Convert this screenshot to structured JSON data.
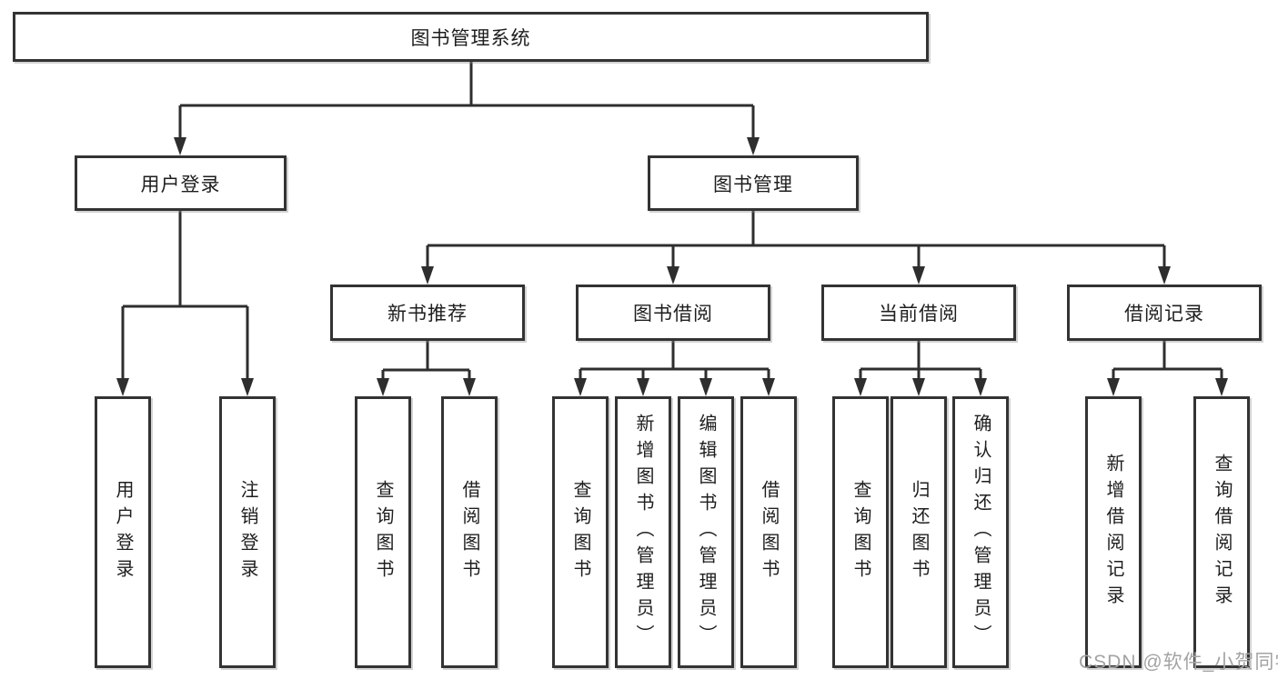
{
  "diagram": {
    "type": "function-structure-tree",
    "tree": {
      "root": {
        "label": "图书管理系统"
      },
      "children": [
        {
          "label": "用户登录",
          "children": [
            {
              "label": "用户登录"
            },
            {
              "label": "注销登录"
            }
          ]
        },
        {
          "label": "图书管理",
          "children": [
            {
              "label": "新书推荐",
              "children": [
                {
                  "label": "查询图书"
                },
                {
                  "label": "借阅图书"
                }
              ]
            },
            {
              "label": "图书借阅",
              "children": [
                {
                  "label": "查询图书"
                },
                {
                  "label": "新增图书（管理员）"
                },
                {
                  "label": "编辑图书（管理员）"
                },
                {
                  "label": "借阅图书"
                }
              ]
            },
            {
              "label": "当前借阅",
              "children": [
                {
                  "label": "查询图书"
                },
                {
                  "label": "归还图书"
                },
                {
                  "label": "确认归还（管理员）"
                }
              ]
            },
            {
              "label": "借阅记录",
              "children": [
                {
                  "label": "新增借阅记录"
                },
                {
                  "label": "查询借阅记录"
                }
              ]
            }
          ]
        }
      ]
    },
    "watermark": "CSDN @软件_小贺同学",
    "colors": {
      "background": "#ffffff",
      "box_border": "#333333",
      "box_fill": "#ffffff",
      "line": "#2e2e2e",
      "text": "#1e1e1e",
      "watermark_text": "#a3a3a3"
    }
  }
}
